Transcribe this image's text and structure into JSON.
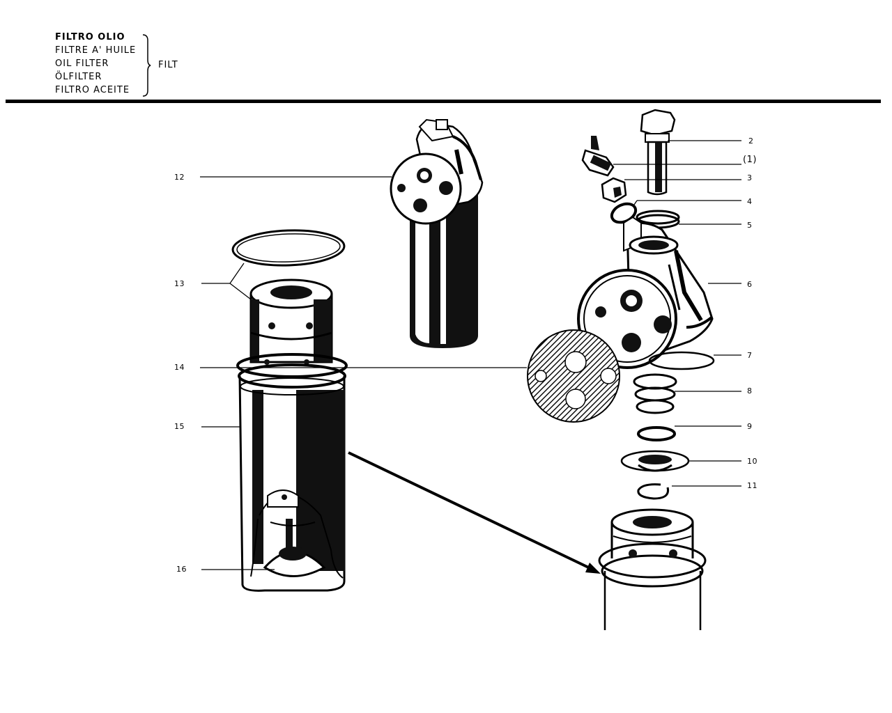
{
  "header": {
    "titles": [
      "FILTRO OLIO",
      "FILTRE A' HUILE",
      "OIL FILTER",
      "ÖLFILTER",
      "FILTRO ACEITE"
    ],
    "code": "FILT"
  },
  "callouts": [
    "2",
    "(1)",
    "3",
    "4",
    "5",
    "6",
    "7",
    "8",
    "9",
    "10",
    "11",
    "12",
    "13",
    "14",
    "15",
    "16"
  ]
}
